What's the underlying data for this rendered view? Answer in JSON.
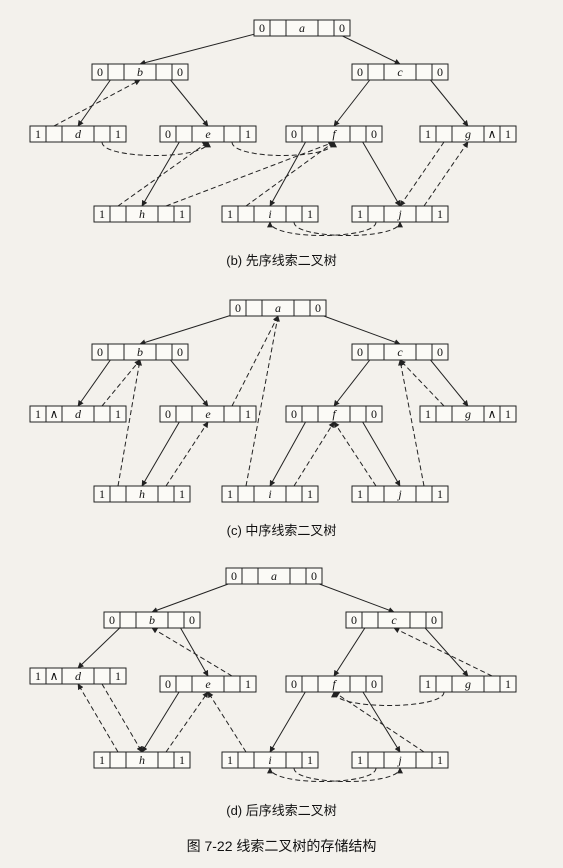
{
  "captions": {
    "b": "(b) 先序线索二叉树",
    "c": "(c) 中序线索二叉树",
    "d": "(d) 后序线索二叉树",
    "main": "图 7-22    线索二叉树的存储结构"
  },
  "null_symbol": "∧",
  "panels": {
    "b": {
      "nodes": [
        {
          "id": "a",
          "lt": "0",
          "rt": "0"
        },
        {
          "id": "b",
          "lt": "0",
          "rt": "0"
        },
        {
          "id": "c",
          "lt": "0",
          "rt": "0"
        },
        {
          "id": "d",
          "lt": "1",
          "rt": "1"
        },
        {
          "id": "e",
          "lt": "0",
          "rt": "1"
        },
        {
          "id": "f",
          "lt": "0",
          "rt": "0"
        },
        {
          "id": "g",
          "lt": "1",
          "rt": "1",
          "rnull": true
        },
        {
          "id": "h",
          "lt": "1",
          "rt": "1"
        },
        {
          "id": "i",
          "lt": "1",
          "rt": "1"
        },
        {
          "id": "j",
          "lt": "1",
          "rt": "1"
        }
      ],
      "edges": [
        [
          "a",
          "b"
        ],
        [
          "a",
          "c"
        ],
        [
          "b",
          "d"
        ],
        [
          "b",
          "e"
        ],
        [
          "c",
          "f"
        ],
        [
          "c",
          "g"
        ],
        [
          "e",
          "h"
        ],
        [
          "f",
          "i"
        ],
        [
          "f",
          "j"
        ]
      ],
      "threads": [
        [
          "d",
          "b",
          "L"
        ],
        [
          "d",
          "e",
          "R"
        ],
        [
          "h",
          "e",
          "L"
        ],
        [
          "h",
          "f",
          "R"
        ],
        [
          "i",
          "f",
          "L"
        ],
        [
          "i",
          "j",
          "R"
        ],
        [
          "j",
          "i",
          "L"
        ],
        [
          "j",
          "g",
          "R"
        ],
        [
          "g",
          "j",
          "L"
        ],
        [
          "e",
          "f",
          "R"
        ]
      ]
    },
    "c": {
      "nodes": [
        {
          "id": "a",
          "lt": "0",
          "rt": "0"
        },
        {
          "id": "b",
          "lt": "0",
          "rt": "0"
        },
        {
          "id": "c",
          "lt": "0",
          "rt": "0"
        },
        {
          "id": "d",
          "lt": "1",
          "rt": "1",
          "lnull": true
        },
        {
          "id": "e",
          "lt": "0",
          "rt": "1"
        },
        {
          "id": "f",
          "lt": "0",
          "rt": "0"
        },
        {
          "id": "g",
          "lt": "1",
          "rt": "1",
          "rnull": true
        },
        {
          "id": "h",
          "lt": "1",
          "rt": "1"
        },
        {
          "id": "i",
          "lt": "1",
          "rt": "1"
        },
        {
          "id": "j",
          "lt": "1",
          "rt": "1"
        }
      ],
      "edges": [
        [
          "a",
          "b"
        ],
        [
          "a",
          "c"
        ],
        [
          "b",
          "d"
        ],
        [
          "b",
          "e"
        ],
        [
          "c",
          "f"
        ],
        [
          "c",
          "g"
        ],
        [
          "e",
          "h"
        ],
        [
          "f",
          "i"
        ],
        [
          "f",
          "j"
        ]
      ],
      "threads": [
        [
          "d",
          "b",
          "R"
        ],
        [
          "h",
          "b",
          "L"
        ],
        [
          "h",
          "e",
          "R"
        ],
        [
          "e",
          "a",
          "R"
        ],
        [
          "i",
          "a",
          "L"
        ],
        [
          "i",
          "f",
          "R"
        ],
        [
          "j",
          "f",
          "L"
        ],
        [
          "j",
          "c",
          "R"
        ],
        [
          "g",
          "c",
          "L"
        ]
      ]
    },
    "d": {
      "nodes": [
        {
          "id": "a",
          "lt": "0",
          "rt": "0"
        },
        {
          "id": "b",
          "lt": "0",
          "rt": "0"
        },
        {
          "id": "c",
          "lt": "0",
          "rt": "0"
        },
        {
          "id": "d",
          "lt": "1",
          "rt": "1",
          "lnull": true
        },
        {
          "id": "e",
          "lt": "0",
          "rt": "1"
        },
        {
          "id": "f",
          "lt": "0",
          "rt": "0"
        },
        {
          "id": "g",
          "lt": "1",
          "rt": "1"
        },
        {
          "id": "h",
          "lt": "1",
          "rt": "1"
        },
        {
          "id": "i",
          "lt": "1",
          "rt": "1"
        },
        {
          "id": "j",
          "lt": "1",
          "rt": "1"
        }
      ],
      "edges": [
        [
          "a",
          "b"
        ],
        [
          "a",
          "c"
        ],
        [
          "b",
          "d"
        ],
        [
          "b",
          "e"
        ],
        [
          "c",
          "f"
        ],
        [
          "c",
          "g"
        ],
        [
          "e",
          "h"
        ],
        [
          "f",
          "i"
        ],
        [
          "f",
          "j"
        ]
      ],
      "threads": [
        [
          "d",
          "h",
          "R"
        ],
        [
          "h",
          "d",
          "L"
        ],
        [
          "h",
          "e",
          "R"
        ],
        [
          "e",
          "b",
          "R"
        ],
        [
          "i",
          "e",
          "L"
        ],
        [
          "i",
          "j",
          "R"
        ],
        [
          "j",
          "i",
          "L"
        ],
        [
          "j",
          "f",
          "R"
        ],
        [
          "g",
          "f",
          "L"
        ],
        [
          "g",
          "c",
          "R"
        ]
      ]
    }
  }
}
